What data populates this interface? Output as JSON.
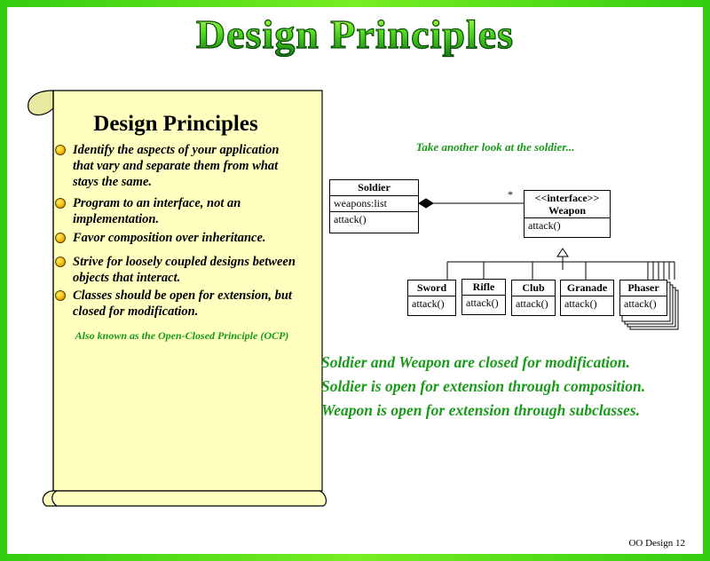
{
  "slide": {
    "title": "Design Principles",
    "footer": "OO Design 12"
  },
  "scroll": {
    "heading": "Design Principles",
    "bullets": [
      "Identify the aspects of your application that vary and separate them from what stays the same.",
      "Program to an interface, not an implementation.",
      "Favor composition over inheritance.",
      "Strive for loosely coupled designs between objects that interact.",
      "Classes should be open for extension, but closed for modification."
    ],
    "aka": "Also known as the Open-Closed Principle (OCP)"
  },
  "diagram": {
    "caption": "Take another look at the soldier...",
    "soldier": {
      "name": "Soldier",
      "attribute": "weapons:list",
      "method": "attack()"
    },
    "weapon": {
      "stereotype": "<<interface>>",
      "name": "Weapon",
      "method": "attack()"
    },
    "multiplicity": "*",
    "subclasses": [
      {
        "name": "Sword",
        "method": "attack()"
      },
      {
        "name": "Rifle",
        "method": "attack()"
      },
      {
        "name": "Club",
        "method": "attack()"
      },
      {
        "name": "Granade",
        "method": "attack()"
      },
      {
        "name": "Phaser",
        "method": "attack()"
      }
    ]
  },
  "statements": [
    "Soldier and Weapon are closed for modification.",
    "Soldier is open for extension through composition.",
    "Weapon is open for extension through subclasses."
  ],
  "colors": {
    "accent_green": "#1a9a1a",
    "scroll_fill": "#ffffc0",
    "border_green": "#44dd22"
  }
}
